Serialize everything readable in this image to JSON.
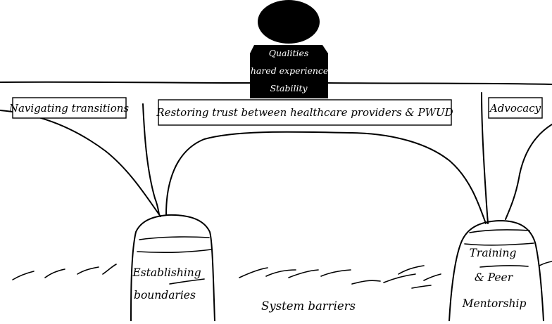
{
  "figure": {
    "lines": [
      "Qualities",
      "Shared experiences",
      "Stability"
    ]
  },
  "deck_labels": {
    "left": "Navigating transitions",
    "center": "Restoring trust between healthcare providers & PWUD",
    "right": "Advocacy"
  },
  "pillars": {
    "left": [
      "Establishing",
      "boundaries"
    ],
    "right": [
      "Training",
      "& Peer",
      "Mentorship"
    ]
  },
  "water": {
    "label": "System barriers"
  },
  "colors": {
    "ink": "#000000",
    "background": "#ffffff",
    "figure_fill": "#000000",
    "figure_text": "#ffffff"
  }
}
